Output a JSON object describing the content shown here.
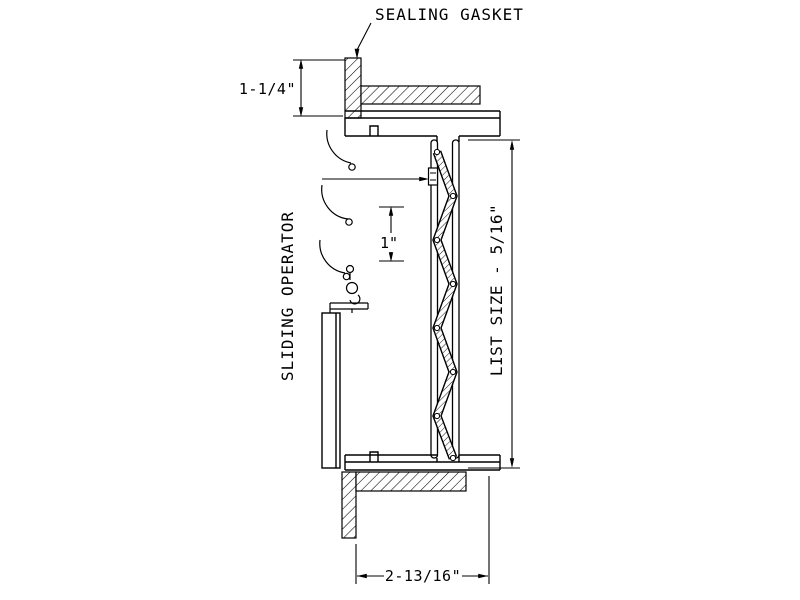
{
  "drawing": {
    "callouts": {
      "sealing_gasket": "SEALING GASKET",
      "sliding_operator": "SLIDING OPERATOR"
    },
    "dimensions": {
      "head_depth": "1-1/4\"",
      "blade_spacing": "1\"",
      "list_size": "LIST SIZE - 5/16\"",
      "overall_depth": "2-13/16\""
    },
    "colors": {
      "line": "#000000",
      "background": "#ffffff"
    }
  }
}
